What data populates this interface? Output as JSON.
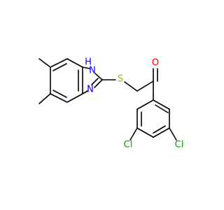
{
  "colors": {
    "background": "#ffffff",
    "bond": "#000000",
    "N": "#0000ff",
    "S": "#b2b200",
    "O": "#ff0000",
    "Cl": "#00aa00"
  },
  "atom_labels": {
    "nh": "H",
    "n1": "N",
    "n2": "N",
    "s": "S",
    "o": "O",
    "cl1": "Cl",
    "cl2": "Cl"
  }
}
